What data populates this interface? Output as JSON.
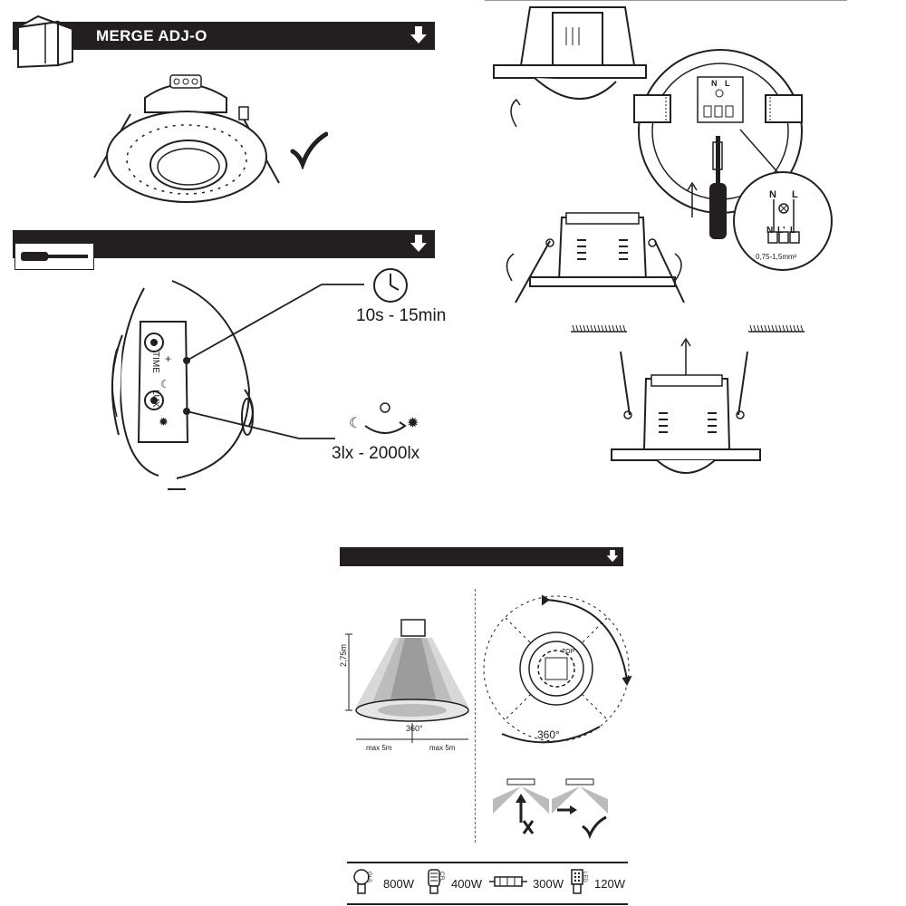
{
  "section1": {
    "title": "MERGE ADJ-O"
  },
  "section2": {
    "time_label": "TIME",
    "lux_label": "LUX",
    "time_range": "10s - 15min",
    "lux_range": "3lx - 2000lx"
  },
  "wiring": {
    "n": "N",
    "l": "L",
    "lp": "L'",
    "cable": "0,75-1,5mm²"
  },
  "section3": {
    "height": "2,75m",
    "angle": "360°",
    "max_left": "max 5m",
    "max_right": "max 5m",
    "top_label": "TOP",
    "rotation": "360°"
  },
  "loads": [
    {
      "type": "GLS",
      "value": "800W"
    },
    {
      "type": "CFL",
      "value": "400W"
    },
    {
      "type": "",
      "value": "300W"
    },
    {
      "type": "LED",
      "value": "120W"
    }
  ]
}
